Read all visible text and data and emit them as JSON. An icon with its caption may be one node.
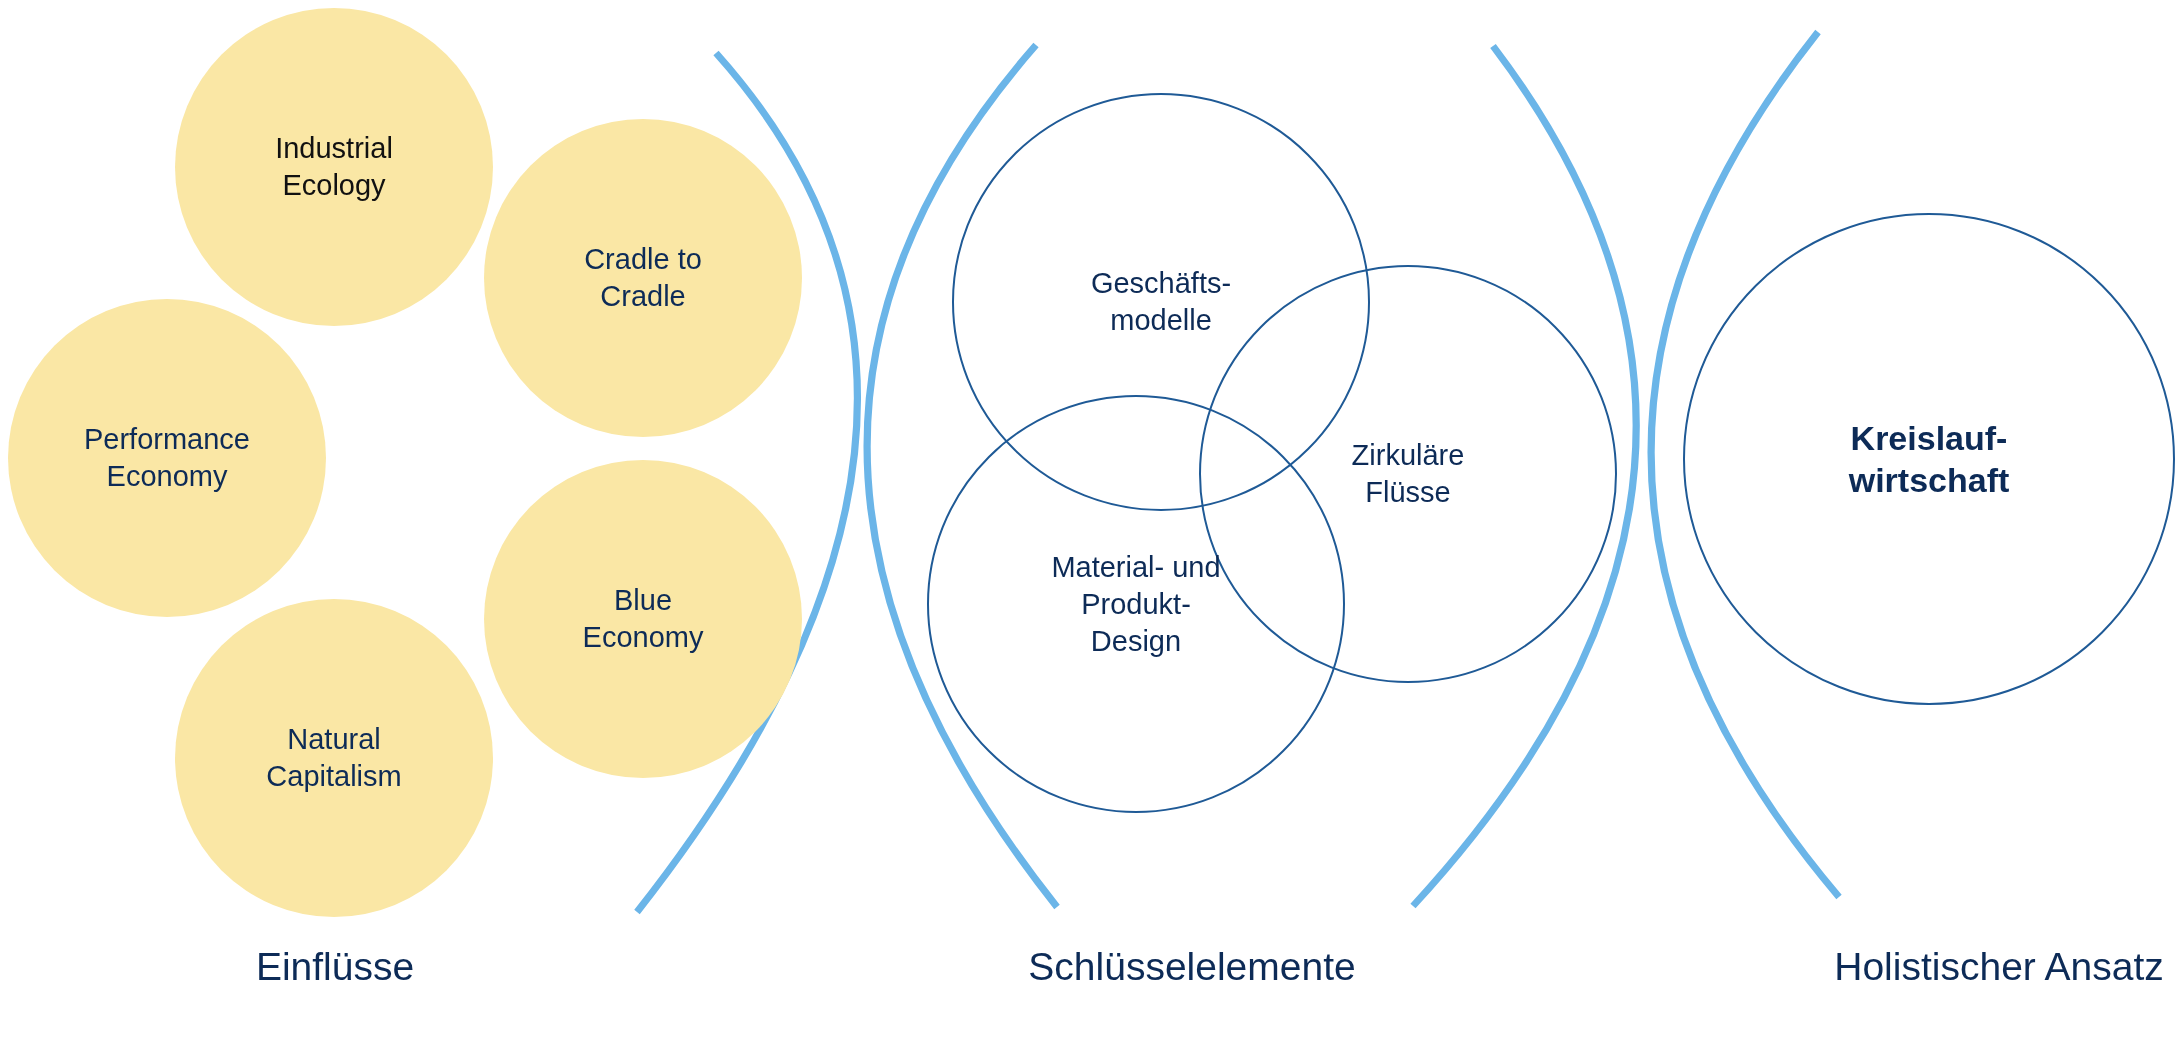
{
  "diagram": {
    "nodes": [
      {
        "text": [
          "Industrial Ecology"
        ]
      },
      {
        "text": [
          "Cradle to Cradle"
        ]
      },
      {
        "text": [
          "Performance Economy"
        ]
      },
      {
        "text": [
          "Blue Economy"
        ]
      },
      {
        "text": [
          "Natural Capitalism"
        ]
      },
      {
        "text": [
          "Geschäfts- modelle"
        ]
      },
      {
        "text": [
          "Zirkuläre Flüsse"
        ]
      },
      {
        "text": [
          "Material- und Produkt- Design"
        ]
      },
      {
        "text": [
          "Kreislauf- wirtschaft"
        ]
      }
    ],
    "edges": [],
    "labels": [
      "Einflüsse",
      "Schlüsselelemente",
      "Holistischer Ansatz"
    ]
  }
}
